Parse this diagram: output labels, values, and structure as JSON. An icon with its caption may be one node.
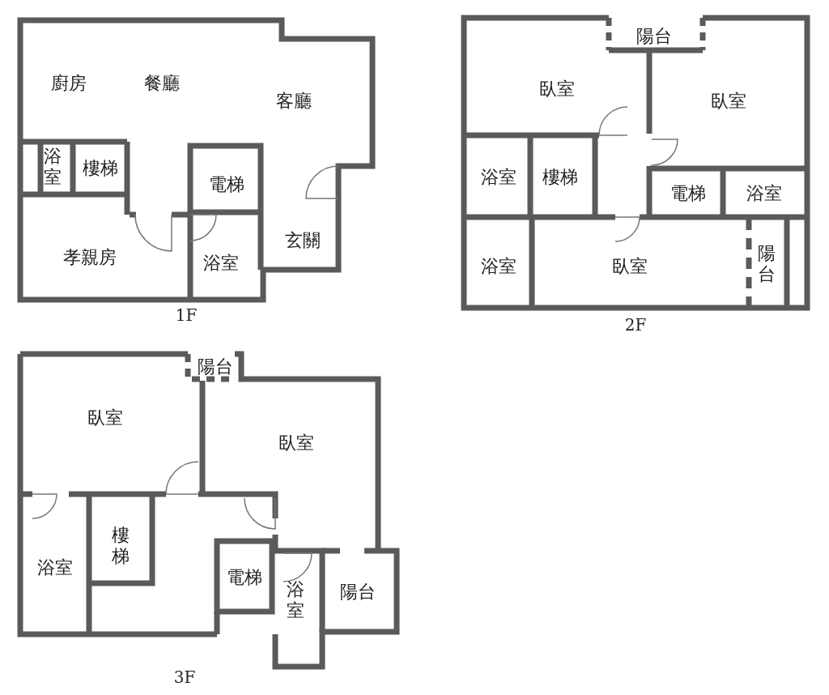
{
  "diagram": {
    "labels": [
      "廚房",
      "餐廳",
      "客廳",
      "浴室",
      "樓梯",
      "電梯",
      "孝親房",
      "浴室",
      "玄關",
      "1F",
      "陽台",
      "臥室",
      "臥室",
      "浴室",
      "樓梯",
      "電梯",
      "浴室",
      "浴室",
      "臥室",
      "陽台",
      "2F",
      "陽台",
      "臥室",
      "臥室",
      "浴室",
      "樓梯",
      "電梯",
      "浴室",
      "陽台",
      "3F"
    ]
  }
}
